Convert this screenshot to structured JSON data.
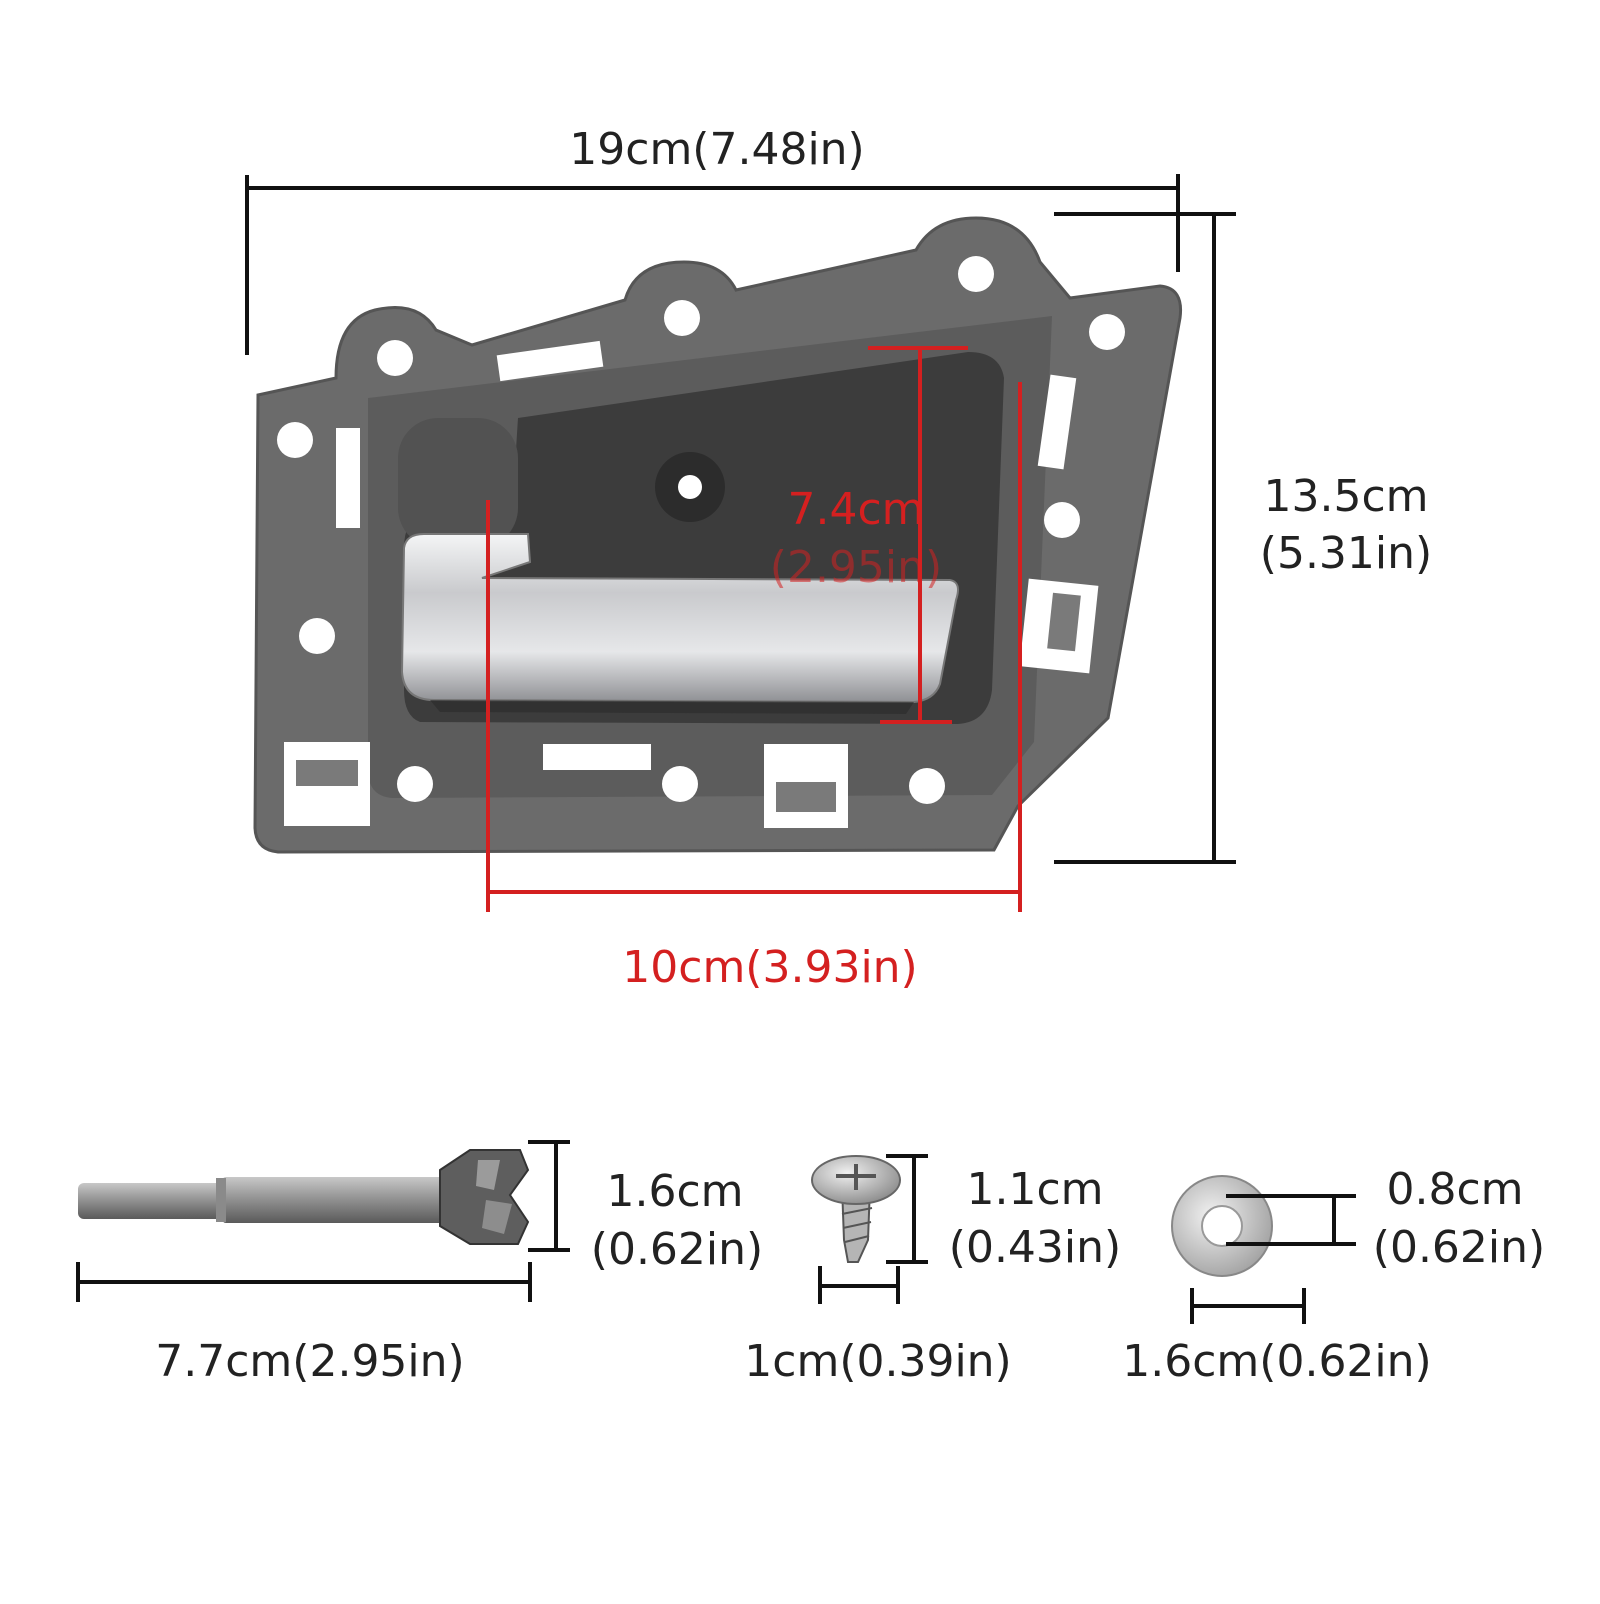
{
  "colors": {
    "ink": "#111111",
    "dimension_red": "#d42020",
    "housing_gray": "#6b6b6b",
    "cavity_gray": "#3c3c3c",
    "chrome": "#d7d8da"
  },
  "handle_diagram": {
    "overall_width": "19cm(7.48in)",
    "overall_height": {
      "cm": "13.5cm",
      "in": "(5.31in)"
    },
    "lever_height": {
      "cm": "7.4cm",
      "in": "(2.95in)"
    },
    "lever_width": "10cm(3.93in)"
  },
  "accessories": {
    "drill_bit": {
      "diameter": {
        "cm": "1.6cm",
        "in": "(0.62in)"
      },
      "length": "7.7cm(2.95in)"
    },
    "screw": {
      "length": {
        "cm": "1.1cm",
        "in": "(0.43in)"
      },
      "head_width": "1cm(0.39in)"
    },
    "washer": {
      "thickness": {
        "cm": "0.8cm",
        "in": "(0.62in)"
      },
      "diameter": "1.6cm(0.62in)"
    }
  }
}
